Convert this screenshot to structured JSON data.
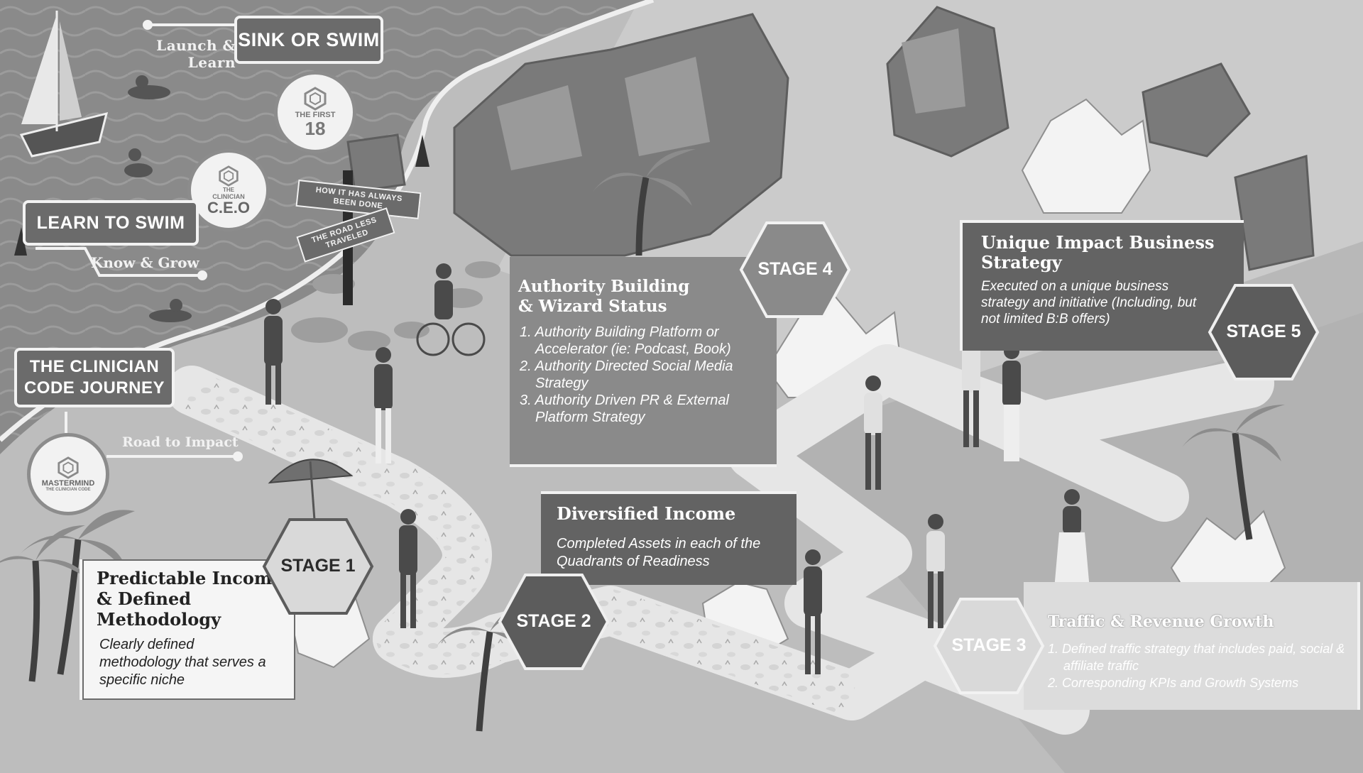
{
  "title_badge": "THE CLINICIAN CODE JOURNEY",
  "labels": {
    "launch_learn": "Launch & Learn",
    "sink_or_swim": "SINK OR SWIM",
    "learn_to_swim": "LEARN TO SWIM",
    "know_grow": "Know & Grow",
    "road_to_impact": "Road to Impact"
  },
  "signpost": {
    "top": "HOW IT HAS ALWAYS BEEN DONE",
    "bottom": "THE ROAD LESS TRAVELED"
  },
  "circles": {
    "first18": {
      "line1": "THE FIRST",
      "line2": "18"
    },
    "ceo": {
      "line1": "THE",
      "line2": "CLINICIAN",
      "line3": "C.E.O"
    },
    "mastermind": {
      "line1": "MASTERMIND",
      "line2": "THE CLINICIAN CODE"
    }
  },
  "stages": [
    {
      "label": "STAGE 1",
      "title": "Predictable Income & Defined Methodology",
      "body": "Clearly defined methodology that serves a specific niche"
    },
    {
      "label": "STAGE 2",
      "title": "Diversified Income",
      "body": "Completed Assets in each of the Quadrants of Readiness"
    },
    {
      "label": "STAGE 3",
      "title": "Traffic & Revenue Growth",
      "items": [
        "1. Defined traffic strategy that includes paid, social & affiliate traffic",
        "2. Corresponding KPIs and Growth Systems"
      ]
    },
    {
      "label": "STAGE 4",
      "title": "Authority Building & Wizard Status",
      "items": [
        "1. Authority Building Platform or Accelerator (ie: Podcast, Book)",
        "2. Authority Directed Social Media Strategy",
        "3. Authority Driven PR & External Platform Strategy"
      ]
    },
    {
      "label": "STAGE 5",
      "title": "Unique Impact Business Strategy",
      "body": "Executed on a unique business strategy and initiative (Including, but not limited B:B offers)"
    }
  ],
  "colors": {
    "water": "#8a8a8a",
    "sand": "#bdbdbd",
    "path": "#e6e6e6",
    "dark_box": "#636363",
    "hex_dark": "#5c5c5c",
    "hex_light": "#d9d9d9"
  }
}
